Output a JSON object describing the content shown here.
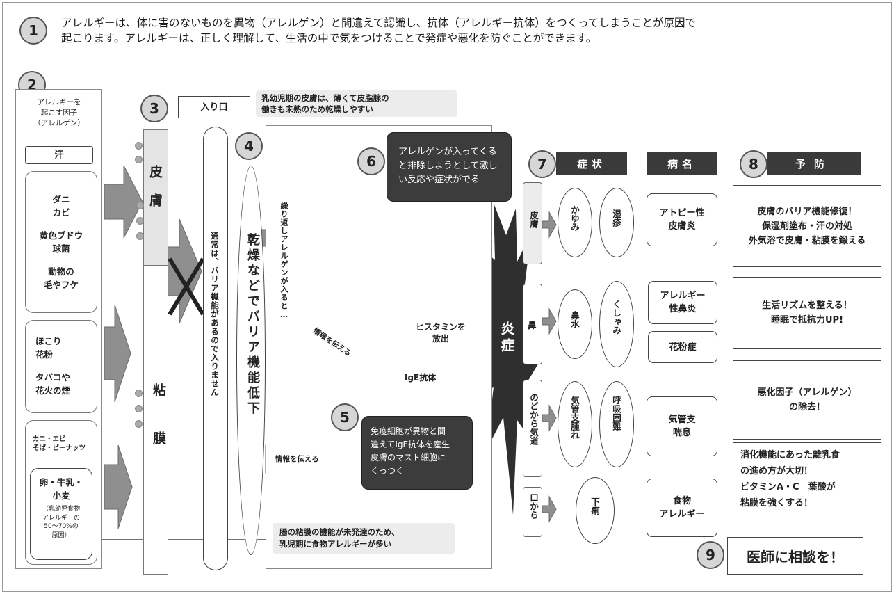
{
  "numbers": [
    "1",
    "2",
    "3",
    "4",
    "5",
    "6",
    "7",
    "8",
    "9"
  ],
  "intro": {
    "line1": "アレルギーは、体に害のないものを異物（アレルゲン）と間違えて認識し、抗体（アレルギー抗体）をつくってしまうことが原因で",
    "line2": "起こります。アレルギーは、正しく理解して、生活の中で気をつけることで発症や悪化を防ぐことができます。"
  },
  "allergens": {
    "header": [
      "アレルギーを",
      "起こす因子",
      "（アレルゲン）"
    ],
    "sweat": "汗",
    "group1": [
      "ダニ",
      "カビ",
      "",
      "黄色ブドウ",
      "球菌",
      "",
      "動物の",
      "毛やフケ"
    ],
    "group2": [
      "ほこり",
      "花粉",
      "",
      "タバコや",
      "花火の煙"
    ],
    "group3_title": [
      "カニ・エビ",
      "そば・ピーナッツ"
    ],
    "group3_main": [
      "卵・牛乳・",
      "小麦"
    ],
    "group3_note": [
      "（乳幼児食物",
      "アレルギーの",
      "50〜70%の",
      "原因）"
    ]
  },
  "entrance": {
    "label": "入り口",
    "note": [
      "乳幼児期の皮膚は、薄くて皮脂腺の",
      "働きも未熟のため乾燥しやすい"
    ],
    "skin": "皮膚",
    "mucosa": "粘膜"
  },
  "barrier_normal": "通常は、バリア機能があるので入りません",
  "barrier_low": "乾燥などでバリア機能低下",
  "repeat": "繰り返しアレルゲンが入ると…",
  "reaction6": [
    "アレルゲンが入ってくる",
    "と排除しようとして激し",
    "い反応や症状がでる"
  ],
  "info_label": "情報を伝える",
  "histamine": [
    "ヒスタミンを",
    "放出"
  ],
  "ige_label": "IgE抗体",
  "inflammation": "炎症",
  "immune5": [
    "免疫細胞が異物と間",
    "違えてIgE抗体を産生",
    "皮膚のマスト細胞に",
    "くっつく"
  ],
  "gut_note": [
    "腸の粘膜の機能が未発達のため、",
    "乳児期に食物アレルギーが多い"
  ],
  "headers": {
    "symptoms": "症状",
    "disease": "病名",
    "prevention": "予防"
  },
  "rows": {
    "skin": {
      "site": "皮膚",
      "sym1": "かゆみ",
      "sym2": "湿疹",
      "disease": [
        "アトピー性",
        "皮膚炎"
      ]
    },
    "nose": {
      "site": "鼻",
      "sym1": "鼻水",
      "sym2": "くしゃみ",
      "disease1": [
        "アレルギー",
        "性鼻炎"
      ],
      "disease2": "花粉症"
    },
    "throat": {
      "site": "のどから気道",
      "sym1": "気管支腫れ",
      "sym2": "呼吸困難",
      "disease": [
        "気管支",
        "喘息"
      ]
    },
    "mouth": {
      "site": "口から",
      "sym1": "下痢",
      "disease": [
        "食物",
        "アレルギー"
      ]
    }
  },
  "prevention": {
    "p1": [
      "皮膚のバリア機能修復！",
      "保湿剤塗布・汗の対処",
      "外気浴で皮膚・粘膜を鍛える"
    ],
    "p2": [
      "生活リズムを整える！",
      "睡眠で抵抗力UP!"
    ],
    "p3": [
      "悪化因子（アレルゲン）",
      "の除去！"
    ],
    "p4": [
      "消化機能にあった離乳食",
      "の進め方が大切！",
      "ビタミンA・C　葉酸が",
      "粘膜を強くする！"
    ]
  },
  "doctor": "医師に相談を！"
}
